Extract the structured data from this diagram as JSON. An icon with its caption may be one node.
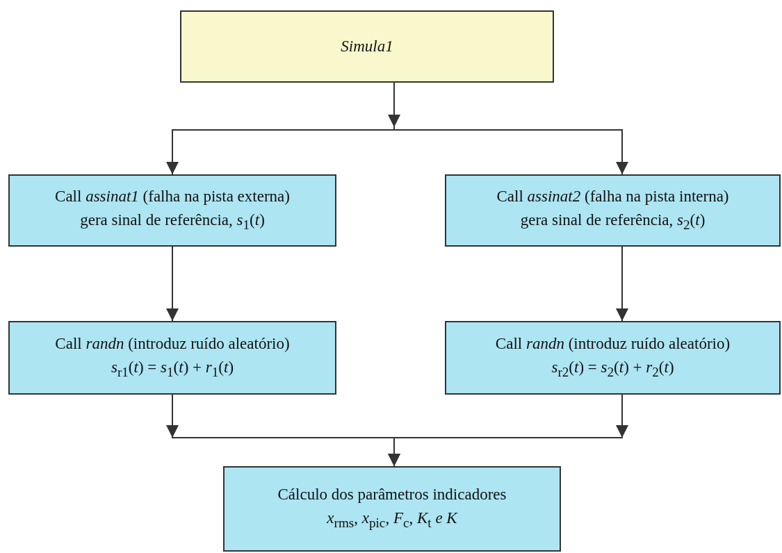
{
  "diagram": {
    "nodes": [
      {
        "text": [
          "Simula1"
        ]
      },
      {
        "text": [
          "Call *assinat1* (falha na pista externa)",
          "gera sinal de referência,  *s*$_{1}$(*t*)"
        ]
      },
      {
        "text": [
          "Call *assinat2* (falha na pista interna)",
          "gera sinal de referência,  *s*$_{2}$(*t*)"
        ]
      },
      {
        "text": [
          "Call *randn* (introduz ruído aleatório)",
          "*s*$_{r1}$(*t*) = *s*$_{1}$(*t*) + *r*$_{1}$(*t*)"
        ]
      },
      {
        "text": [
          "Call *randn* (introduz ruído aleatório)",
          "*s*$_{r2}$(*t*) = *s*$_{2}$(*t*) + *r*$_{2}$(*t*)"
        ]
      },
      {
        "text": [
          "Cálculo dos parâmetros indicadores",
          "*x*$_{rms}$, *x*$_{pic}$, *F*$_{c}$, *K*$_{t}$ *e K*"
        ]
      }
    ],
    "edges": [
      {
        "from": 0,
        "to": 1,
        "arrow": "to"
      },
      {
        "from": 0,
        "to": 2,
        "arrow": "to"
      },
      {
        "from": 1,
        "to": 3,
        "arrow": "to"
      },
      {
        "from": 2,
        "to": 4,
        "arrow": "to"
      },
      {
        "from": 3,
        "to": 5,
        "arrow": "to"
      },
      {
        "from": 4,
        "to": 5,
        "arrow": "to"
      }
    ]
  }
}
